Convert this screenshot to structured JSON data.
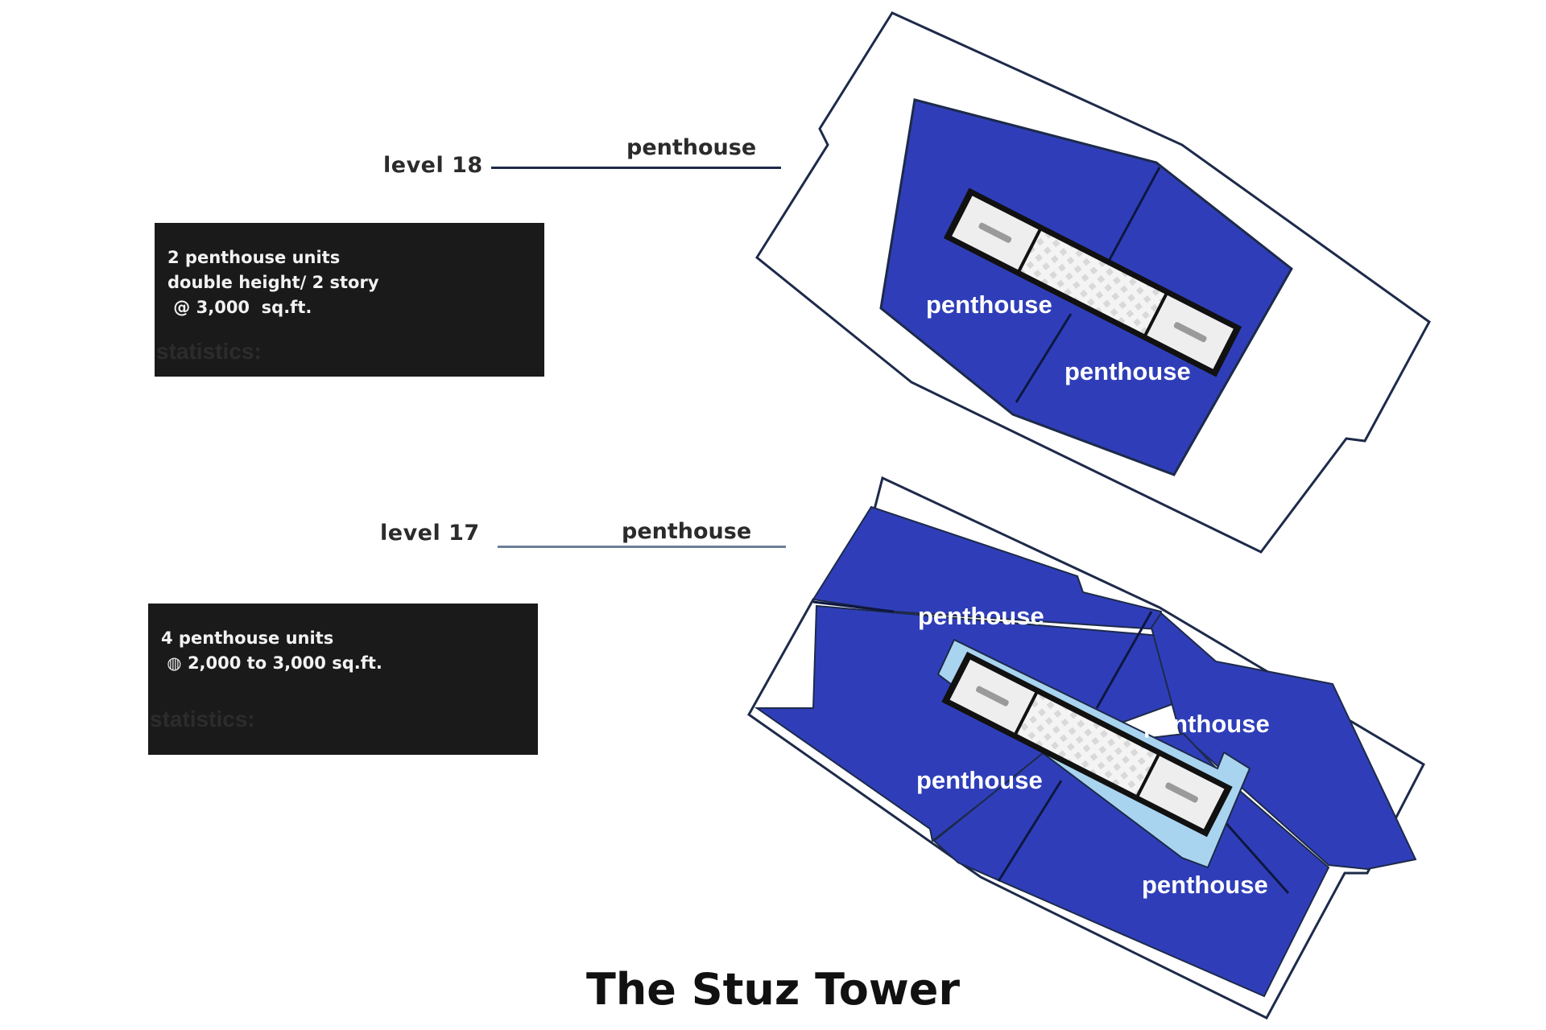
{
  "title": "The Stuz Tower",
  "colors": {
    "unit_blue": "#2f3eb8",
    "core_light": "#a9d4ef",
    "outline": "#1d2a4a",
    "box_bg": "#1a1a1a"
  },
  "levels": [
    {
      "level": "level 18",
      "leader": "penthouse",
      "stats": [
        "2 penthouse units",
        "double height/ 2 story",
        " @ 3,000  sq.ft."
      ],
      "stats_heading": "statistics:",
      "units": [
        "penthouse",
        "penthouse"
      ]
    },
    {
      "level": "level 17",
      "leader": "penthouse",
      "stats": [
        "4 penthouse units",
        " ◍ 2,000 to 3,000 sq.ft."
      ],
      "stats_heading": "statistics:",
      "units": [
        "penthouse",
        "penthouse",
        "penthouse",
        "penthouse"
      ]
    }
  ]
}
